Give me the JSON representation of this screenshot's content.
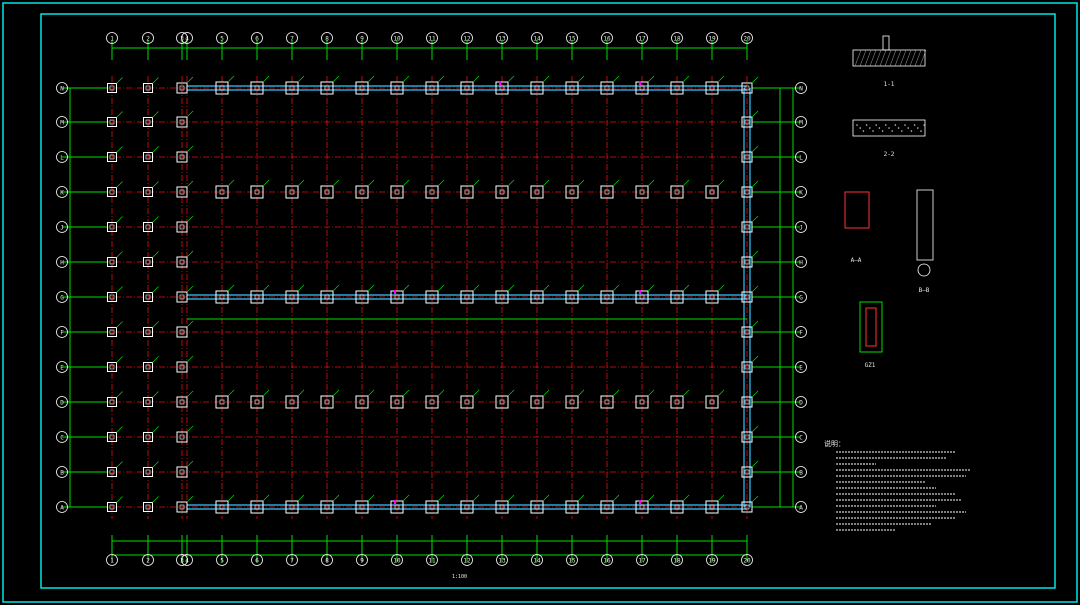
{
  "drawing": {
    "colors": {
      "background": "#000000",
      "frame": "#00e5e5",
      "axis": "#e81010",
      "dimension": "#00dd00",
      "footing": "#ffffff",
      "beam": "#33c6ff",
      "column_mark": "#ff00ff"
    },
    "column_axes": [
      "1",
      "2",
      "3",
      "4",
      "5",
      "6",
      "7",
      "8",
      "9",
      "10",
      "11",
      "12",
      "13",
      "14",
      "15",
      "16",
      "17",
      "18",
      "19",
      "20"
    ],
    "row_axes": [
      "A",
      "B",
      "C",
      "D",
      "E",
      "F",
      "G",
      "H",
      "J",
      "K",
      "L",
      "M",
      "N"
    ],
    "title": "",
    "scale": "1:100",
    "notes_heading": "说明：",
    "detail_labels": [
      "1-1",
      "2-2",
      "A—A",
      "B—B",
      "GZ1"
    ]
  }
}
